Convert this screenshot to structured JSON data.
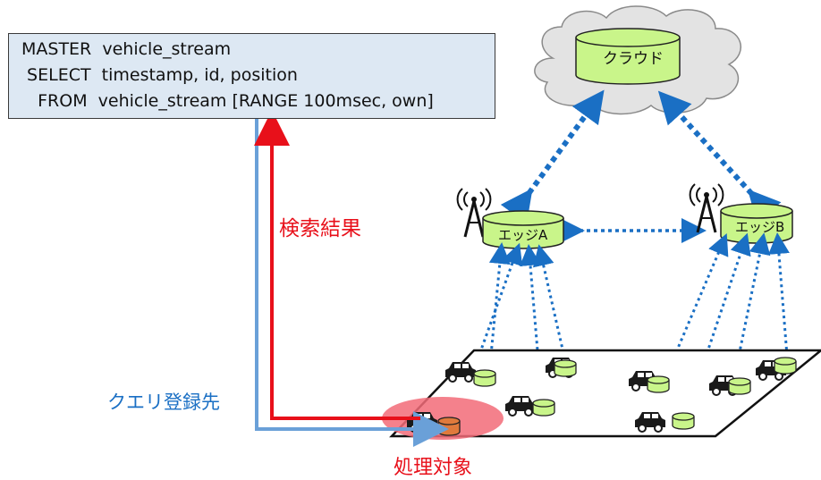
{
  "query": {
    "line1": "MASTER  vehicle_stream",
    "line2": " SELECT  timestamp, id, position",
    "line3": "   FROM  vehicle_stream [RANGE 100msec, own]"
  },
  "labels": {
    "cloud": "クラウド",
    "edge_a": "エッジA",
    "edge_b": "エッジB",
    "search_result": "検索結果",
    "query_target": "クエリ登録先",
    "processing_target": "処理対象"
  },
  "colors": {
    "query_box_fill": "#dde8f3",
    "cylinder_fill": "#c9f58a",
    "target_cylinder_fill": "#e07a3c",
    "highlight_ellipse": "#f26b78",
    "result_arrow": "#e8101a",
    "query_arrow": "#6aa0d8",
    "link_dotted": "#1a6fc4",
    "label_red": "#e8101a",
    "label_blue": "#1a6fc4"
  },
  "icons": [
    "cloud-icon",
    "antenna-icon",
    "database-cylinder-icon",
    "car-icon"
  ]
}
